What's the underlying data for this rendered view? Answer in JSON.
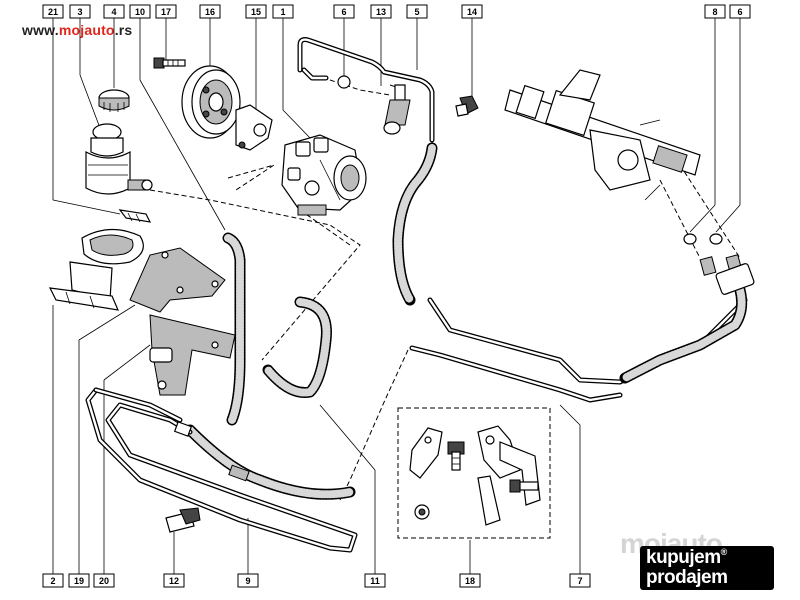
{
  "site": {
    "prefix": "www.",
    "brand": "mojauto",
    "suffix": ".rs"
  },
  "callouts": {
    "top": [
      {
        "label": "21"
      },
      {
        "label": "3"
      },
      {
        "label": "4"
      },
      {
        "label": "10"
      },
      {
        "label": "17"
      },
      {
        "label": "16"
      },
      {
        "label": "15"
      },
      {
        "label": "1"
      },
      {
        "label": "6"
      },
      {
        "label": "13"
      },
      {
        "label": "5"
      },
      {
        "label": "14"
      },
      {
        "label": "8"
      },
      {
        "label": "6"
      }
    ],
    "bottom": [
      {
        "label": "2"
      },
      {
        "label": "19"
      },
      {
        "label": "20"
      },
      {
        "label": "12"
      },
      {
        "label": "9"
      },
      {
        "label": "11"
      },
      {
        "label": "18"
      },
      {
        "label": "7"
      }
    ]
  },
  "watermark": {
    "ghost": "mojauto",
    "line1": "kupujem",
    "line2": "prodajem",
    "mark": "®"
  }
}
